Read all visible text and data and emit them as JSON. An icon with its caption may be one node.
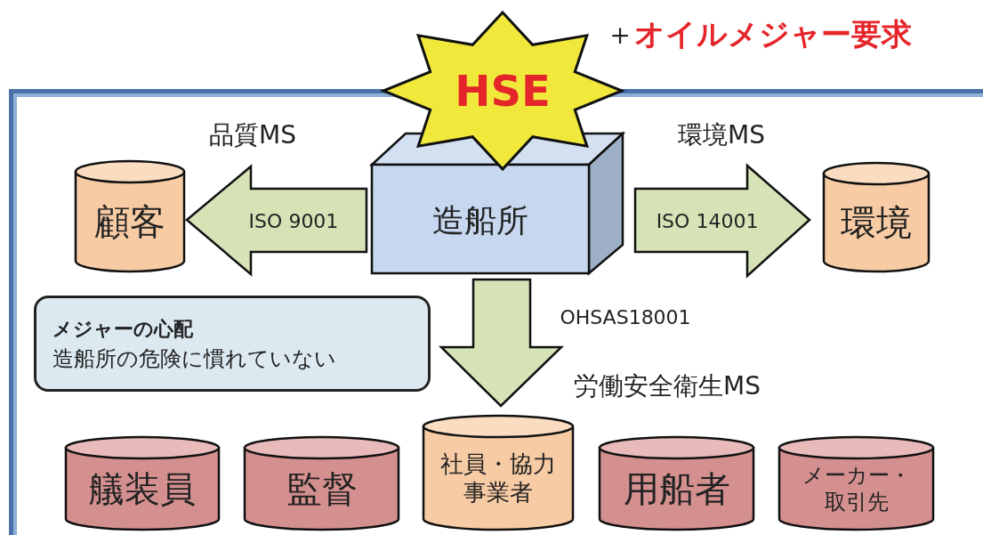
{
  "diagram": {
    "nodes": [
      {
        "text": [
          "HSE"
        ]
      },
      {
        "text": [
          "造船所"
        ]
      },
      {
        "text": [
          "顧客"
        ]
      },
      {
        "text": [
          "環境"
        ]
      },
      {
        "text": [
          "メジャーの心配",
          "造船所の危険に慣れていない"
        ]
      },
      {
        "text": [
          "艤装員"
        ]
      },
      {
        "text": [
          "監督"
        ]
      },
      {
        "text": [
          "社員・協力事業者"
        ]
      },
      {
        "text": [
          "用船者"
        ]
      },
      {
        "text": [
          "メーカー・取引先"
        ]
      }
    ],
    "edges": [
      {
        "from": 1,
        "to": 2,
        "arrow": "to",
        "label": "ISO 9001"
      },
      {
        "from": 1,
        "to": 3,
        "arrow": "to",
        "label": "ISO 14001"
      },
      {
        "from": 1,
        "to": 7,
        "arrow": "to",
        "label": "OHSAS18001"
      }
    ],
    "labels": [
      "＋",
      "オイルメジャー要求",
      "品質MS",
      "環境MS",
      "労働安全衛生MS"
    ]
  }
}
